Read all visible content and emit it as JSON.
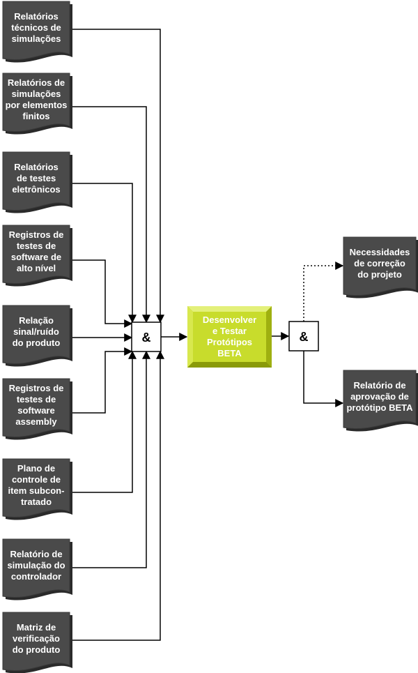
{
  "inputs": [
    {
      "id": "in1",
      "lines": [
        "Relatórios",
        "técnicos de",
        "simulações"
      ]
    },
    {
      "id": "in2",
      "lines": [
        "Relatórios de",
        "simulações",
        "por elementos",
        "finitos"
      ]
    },
    {
      "id": "in3",
      "lines": [
        "Relatórios",
        "de testes",
        "eletrônicos"
      ]
    },
    {
      "id": "in4",
      "lines": [
        "Registros de",
        "testes de",
        "software de",
        "alto nível"
      ]
    },
    {
      "id": "in5",
      "lines": [
        "Relação",
        "sinal/ruído",
        "do produto"
      ]
    },
    {
      "id": "in6",
      "lines": [
        "Registros de",
        "testes de",
        "software",
        "assembly"
      ]
    },
    {
      "id": "in7",
      "lines": [
        "Plano de",
        "controle de",
        "item subcon-",
        "tratado"
      ]
    },
    {
      "id": "in8",
      "lines": [
        "Relatório de",
        "simulação do",
        "controlador"
      ]
    },
    {
      "id": "in9",
      "lines": [
        "Matriz de",
        "verificação",
        "do produto"
      ]
    }
  ],
  "join_in": {
    "label": "&"
  },
  "process": {
    "lines": [
      "Desenvolver",
      "e Testar",
      "Protótipos",
      "BETA"
    ]
  },
  "join_out": {
    "label": "&"
  },
  "outputs": [
    {
      "id": "out1",
      "lines": [
        "Necessidades",
        "de correção",
        "do projeto"
      ],
      "link": "dotted"
    },
    {
      "id": "out2",
      "lines": [
        "Relatório de",
        "aprovação de",
        "protótipo BETA"
      ],
      "link": "solid"
    }
  ],
  "colors": {
    "doc_fill": "#4a4a4a",
    "doc_shadow": "#2a2a2a",
    "doc_text": "#ffffff",
    "process_fill": "#c8dc2c",
    "process_top": "#e3f07a",
    "process_side": "#9fb010",
    "process_text": "#ffffff",
    "line": "#000000"
  }
}
